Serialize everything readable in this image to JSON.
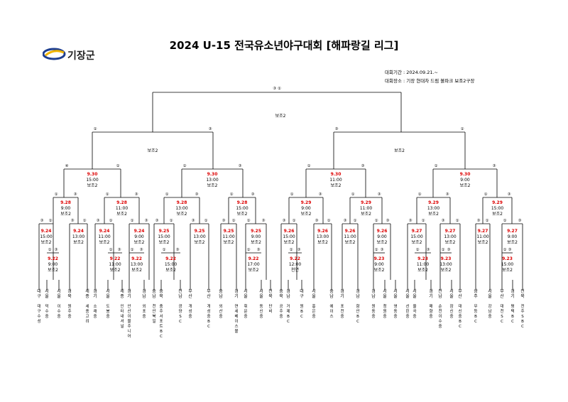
{
  "title": "2024 U-15 전국유소년야구대회 [해파랑길 리그]",
  "logo_text": "기장군",
  "info": {
    "period": "대회기간 : 2024.09.21.~",
    "venue": "대회장소 : 기장 현대차 드림 볼파크 보조2구장"
  },
  "final": {
    "seeds": [
      "③",
      "①"
    ],
    "venue": "보조2"
  },
  "semis": [
    {
      "seeds": [
        "①",
        "③"
      ],
      "venue": "보조2"
    },
    {
      "seeds": [
        "③",
        "①"
      ],
      "venue": "보조2"
    }
  ],
  "qf_seeds": [
    [
      "③",
      "①"
    ],
    [
      "③",
      "①"
    ],
    [
      "①",
      "③"
    ],
    [
      "③",
      "①"
    ]
  ],
  "r16": [
    {
      "date": "9.30",
      "time": "15:00",
      "venue": "보조2",
      "seeds": [
        "④",
        "①"
      ]
    },
    {
      "date": "9.30",
      "time": "13:00",
      "venue": "보조2",
      "seeds": [
        "①",
        "③"
      ]
    },
    {
      "date": "9.30",
      "time": "11:00",
      "venue": "보조2",
      "seeds": [
        "①",
        "③"
      ]
    },
    {
      "date": "9.30",
      "time": "9:00",
      "venue": "보조2",
      "seeds": [
        "①",
        "③"
      ]
    }
  ],
  "r8": [
    {
      "date": "9.28",
      "time": "9:00",
      "venue": "보조2",
      "seeds": [
        "①",
        "③"
      ]
    },
    {
      "date": "9.28",
      "time": "11:00",
      "venue": "보조2",
      "seeds": [
        "①",
        "③"
      ]
    },
    {
      "date": "9.28",
      "time": "13:00",
      "venue": "보조2",
      "seeds": [
        "①",
        "③"
      ]
    },
    {
      "date": "9.28",
      "time": "15:00",
      "venue": "보조2",
      "seeds": [
        "①",
        "③"
      ]
    },
    {
      "date": "9.29",
      "time": "9:00",
      "venue": "보조2",
      "seeds": [
        "①",
        "③"
      ]
    },
    {
      "date": "9.29",
      "time": "11:00",
      "venue": "보조2",
      "seeds": [
        "①",
        "③"
      ]
    },
    {
      "date": "9.29",
      "time": "13:00",
      "venue": "보조2",
      "seeds": [
        "①",
        "③"
      ]
    },
    {
      "date": "9.29",
      "time": "15:00",
      "venue": "보조2",
      "seeds": [
        "①",
        "③"
      ]
    }
  ],
  "r4": [
    {
      "date": "9.24",
      "time": "15:00",
      "venue": "보조2",
      "seeds": [
        "③",
        "①"
      ]
    },
    {
      "date": "9.24",
      "time": "13:00",
      "venue": "보조2",
      "seeds": [
        "③",
        "①"
      ]
    },
    {
      "date": "9.24",
      "time": "11:00",
      "venue": "보조2",
      "seeds": [
        "③",
        "①"
      ]
    },
    {
      "date": "9.24",
      "time": "9:00",
      "venue": "보조2",
      "seeds": [
        "①",
        "③"
      ]
    },
    {
      "date": "9.25",
      "time": "15:00",
      "venue": "보조2",
      "seeds": [
        "③",
        "①"
      ]
    },
    {
      "date": "9.25",
      "time": "13:00",
      "venue": "보조2",
      "seeds": [
        "③",
        "①"
      ]
    },
    {
      "date": "9.25",
      "time": "11:00",
      "venue": "보조2",
      "seeds": [
        "③",
        "①"
      ]
    },
    {
      "date": "9.25",
      "time": "9:00",
      "venue": "보조2",
      "seeds": [
        "①",
        "③"
      ]
    },
    {
      "date": "9.26",
      "time": "15:00",
      "venue": "보조2",
      "seeds": [
        "③",
        "①"
      ]
    },
    {
      "date": "9.26",
      "time": "13:00",
      "venue": "보조2",
      "seeds": [
        "③",
        "①"
      ]
    },
    {
      "date": "9.26",
      "time": "11:00",
      "venue": "보조2",
      "seeds": [
        "③",
        "①"
      ]
    },
    {
      "date": "9.26",
      "time": "9:00",
      "venue": "보조2",
      "seeds": [
        "①",
        "③"
      ]
    },
    {
      "date": "9.27",
      "time": "15:00",
      "venue": "보조2",
      "seeds": [
        "③",
        "①"
      ]
    },
    {
      "date": "9.27",
      "time": "13:00",
      "venue": "보조2",
      "seeds": [
        "③",
        "①"
      ]
    },
    {
      "date": "9.27",
      "time": "11:00",
      "venue": "보조2",
      "seeds": [
        "③",
        "①"
      ]
    },
    {
      "date": "9.27",
      "time": "9:00",
      "venue": "보조2",
      "seeds": [
        "①",
        "③"
      ]
    }
  ],
  "r2": [
    {
      "date": "9.22",
      "time": "9:00",
      "venue": "보조2",
      "seeds": [
        "①",
        "③"
      ]
    },
    {
      "date": "9.22",
      "time": "11:00",
      "venue": "보조2",
      "seeds": [
        "①",
        "③"
      ]
    },
    {
      "date": "9.22",
      "time": "13:00",
      "venue": "보조2",
      "seeds": [
        "①",
        "③"
      ]
    },
    {
      "date": "9.22",
      "time": "15:00",
      "venue": "보조2",
      "seeds": [
        "①",
        "③"
      ]
    },
    {
      "date": "9.22",
      "time": "17:00",
      "venue": "보조2",
      "seeds": [
        "①",
        "③"
      ]
    },
    {
      "date": "9.22",
      "time": "12:00",
      "venue": "천연",
      "seeds": [
        "①",
        "③"
      ]
    },
    {
      "date": "9.23",
      "time": "9:00",
      "venue": "보조2",
      "seeds": [
        "①",
        "③"
      ]
    },
    {
      "date": "9.23",
      "time": "11:00",
      "venue": "보조2",
      "seeds": [
        "①",
        "③"
      ]
    },
    {
      "date": "9.23",
      "time": "13:00",
      "venue": "보조2",
      "seeds": [
        "①",
        "③"
      ]
    },
    {
      "date": "9.23",
      "time": "15:00",
      "venue": "보조2",
      "seeds": [
        "①",
        "③"
      ]
    }
  ],
  "teams": [
    {
      "region": "대구",
      "name": "대구수성"
    },
    {
      "region": "서울",
      "name": "덕수중"
    },
    {
      "region": "서울",
      "name": "이수중"
    },
    {
      "region": "경북",
      "name": "원주중"
    },
    {
      "region": "세종",
      "name": "세종고려"
    },
    {
      "region": "경기",
      "name": "소래중"
    },
    {
      "region": "서울",
      "name": "도봉중"
    },
    {
      "region": "세종",
      "name": "인터내셔널"
    },
    {
      "region": "경기",
      "name": "안산이물주니어"
    },
    {
      "region": "경남",
      "name": "외포중"
    },
    {
      "region": "충남",
      "name": "천안북일"
    },
    {
      "region": "충북",
      "name": "충주서포트BC"
    },
    {
      "region": "전남",
      "name": "광양SC"
    },
    {
      "region": "부산",
      "name": "개성중"
    },
    {
      "region": "부산",
      "name": "개성중BC"
    },
    {
      "region": "충남",
      "name": "외산중"
    },
    {
      "region": "경기",
      "name": "연세베이스볼"
    },
    {
      "region": "서울",
      "name": "휘문중"
    },
    {
      "region": "서울",
      "name": "동신중"
    },
    {
      "region": "전북",
      "name": "단비"
    },
    {
      "region": "충북",
      "name": "공주중"
    },
    {
      "region": "경남",
      "name": "거제BC"
    },
    {
      "region": "대구",
      "name": "원BC"
    },
    {
      "region": "서울",
      "name": "홍은중"
    },
    {
      "region": "충남",
      "name": "에이스"
    },
    {
      "region": "경기",
      "name": "포천중"
    },
    {
      "region": "경남",
      "name": "함안BC"
    },
    {
      "region": "경남",
      "name": "원동중"
    },
    {
      "region": "서울",
      "name": "청원중"
    },
    {
      "region": "서울",
      "name": "영동중"
    },
    {
      "region": "서울",
      "name": "선린중"
    },
    {
      "region": "서울",
      "name": "율곡중"
    },
    {
      "region": "경기",
      "name": "매향중"
    },
    {
      "region": "전남",
      "name": "순천이수중"
    },
    {
      "region": "서울",
      "name": "잠신중"
    },
    {
      "region": "부산",
      "name": "대신중BC"
    },
    {
      "region": "광주",
      "name": "무등BC"
    },
    {
      "region": "서울",
      "name": "강남중"
    },
    {
      "region": "부산",
      "name": "대천SC"
    },
    {
      "region": "경기",
      "name": "평택BC"
    },
    {
      "region": "전북",
      "name": "전주SBC"
    }
  ]
}
